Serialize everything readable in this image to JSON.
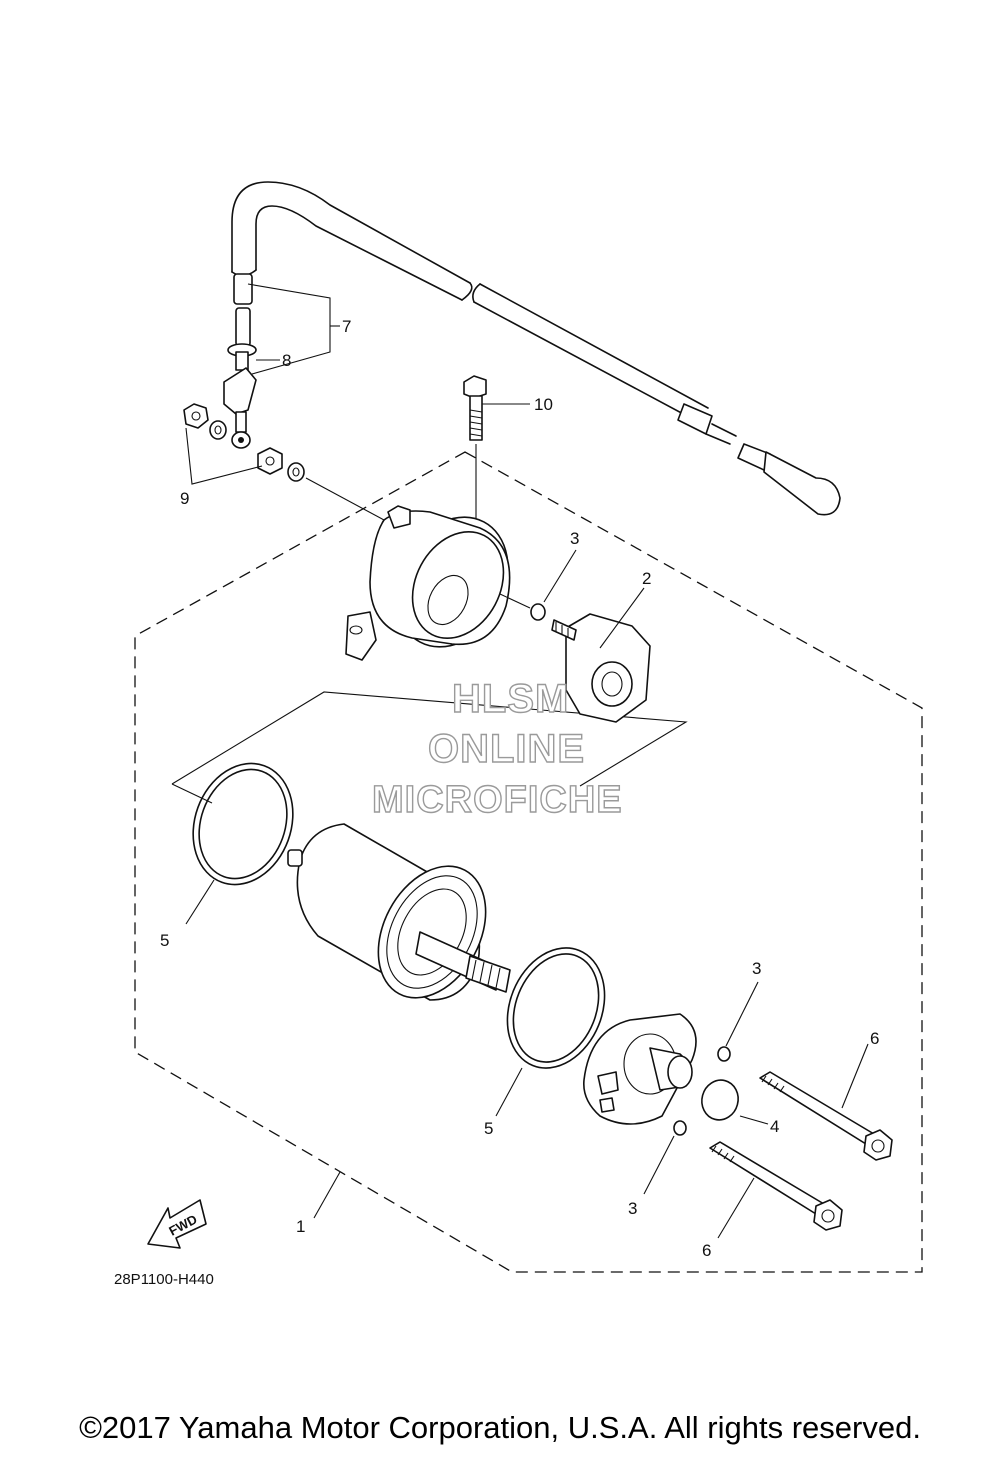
{
  "callouts": {
    "c1": "1",
    "c2": "2",
    "c3a": "3",
    "c3b": "3",
    "c3c": "3",
    "c4": "4",
    "c5a": "5",
    "c5b": "5",
    "c6a": "6",
    "c6b": "6",
    "c7": "7",
    "c8": "8",
    "c9": "9",
    "c10": "10"
  },
  "fwd_label": "FWD",
  "diagram_code": "28P1100-H440",
  "watermark": {
    "line1": "HLSM",
    "line2": "ONLINE",
    "line3": "MICROFICHE"
  },
  "copyright": "©2017 Yamaha Motor Corporation, U.S.A. All rights reserved."
}
